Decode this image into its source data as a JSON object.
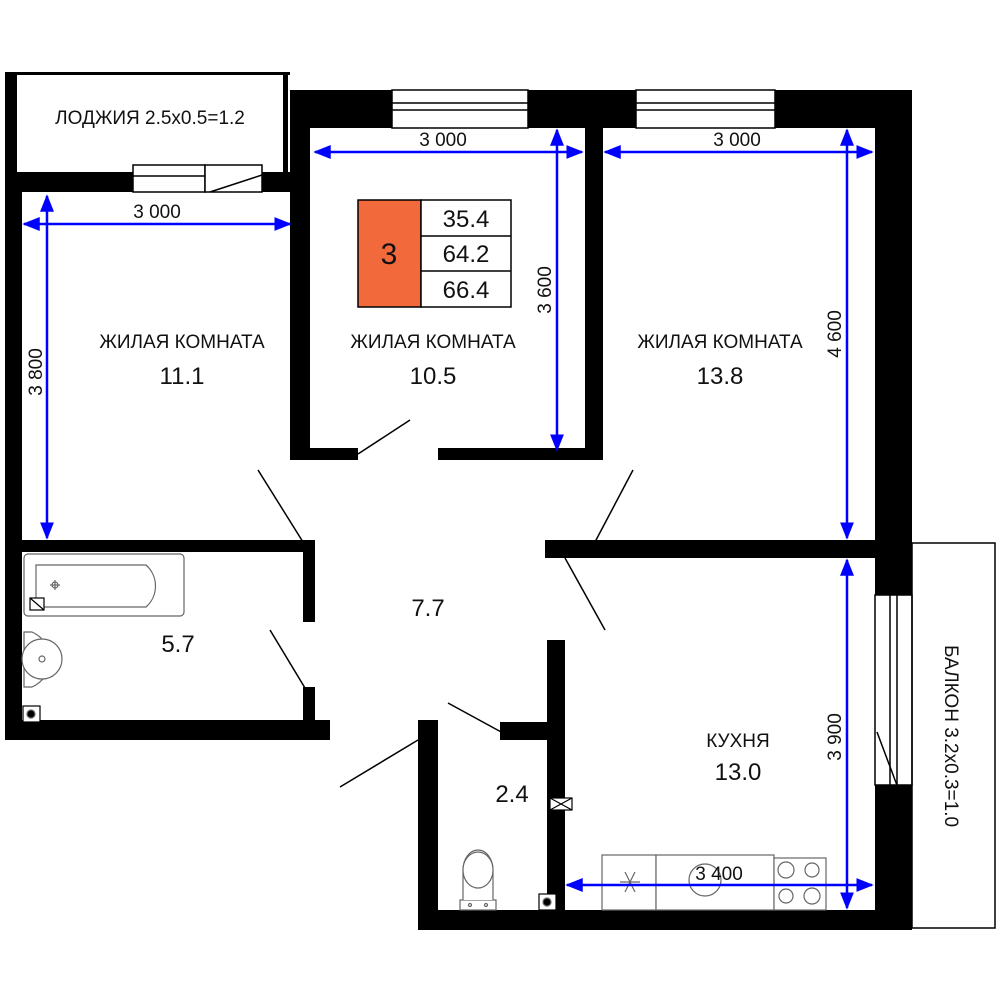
{
  "badge": {
    "rooms": "3",
    "areas": [
      "35.4",
      "64.2",
      "66.4"
    ],
    "accent_color": "#f26a3b"
  },
  "rooms": {
    "loggia": "ЛОДЖИЯ 2.5х0.5=1.2",
    "bedroom_left": {
      "name": "ЖИЛАЯ КОМНАТА",
      "area": "11.1"
    },
    "bedroom_center": {
      "name": "ЖИЛАЯ КОМНАТА",
      "area": "10.5"
    },
    "bedroom_right": {
      "name": "ЖИЛАЯ КОМНАТА",
      "area": "13.8"
    },
    "bathroom": {
      "area": "5.7"
    },
    "hall": {
      "area": "7.7"
    },
    "toilet": {
      "area": "2.4"
    },
    "kitchen": {
      "name": "КУХНЯ",
      "area": "13.0"
    },
    "balcony": "БАЛКОН 3.2х0.3=1.0"
  },
  "dimensions": {
    "center_width": "3 000",
    "right_width": "3 000",
    "left_width": "3 000",
    "left_height": "3 800",
    "center_height": "3 600",
    "right_height": "4 600",
    "kitchen_height": "3 900",
    "kitchen_width": "3 400"
  },
  "colors": {
    "wall": "#000000",
    "dimension": "#0000ff"
  }
}
